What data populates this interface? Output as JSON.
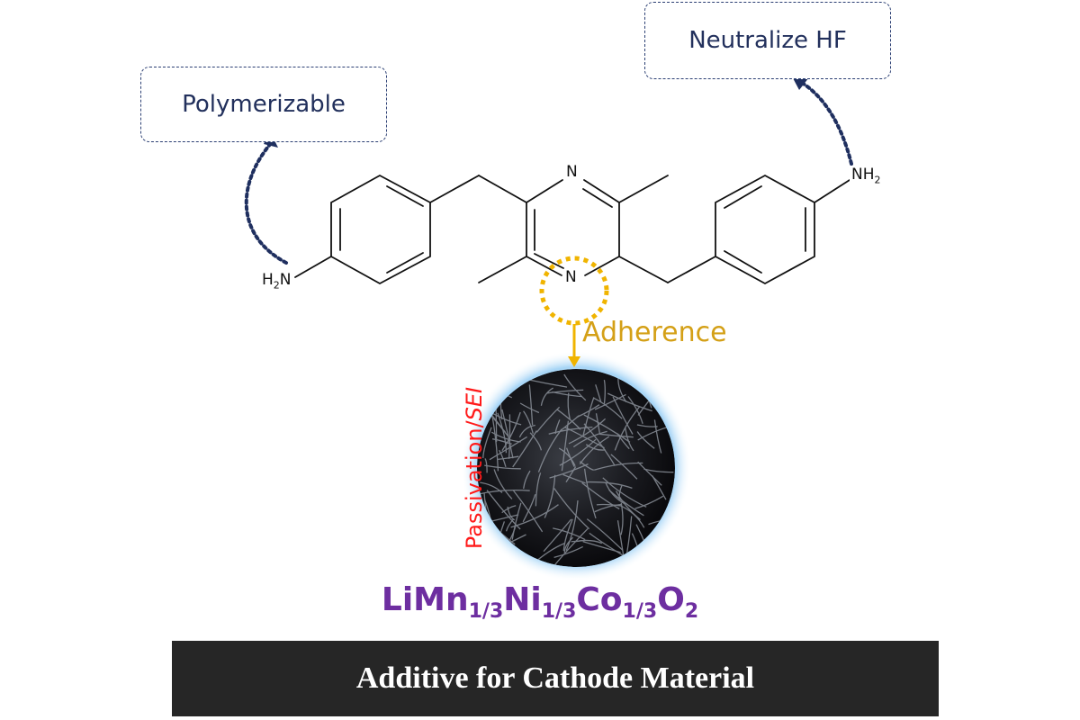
{
  "labels": {
    "polymerizable": "Polymerizable",
    "neutralize_hf": "Neutralize HF",
    "adherence": "Adherence",
    "passivation": "Passivation/",
    "sei": "SEI"
  },
  "atoms": {
    "n_top": "N",
    "n_bottom": "N",
    "nh2_right": {
      "main": "NH",
      "sub": "2"
    },
    "h2n_left": {
      "pre": "H",
      "sub": "2",
      "post": "N"
    }
  },
  "formula": {
    "parts": [
      "LiMn",
      "1/3",
      "Ni",
      "1/3",
      "Co",
      "1/3",
      "O",
      "2"
    ]
  },
  "banner": {
    "text": "Additive for Cathode Material"
  },
  "colors": {
    "bond": "#111111",
    "dotted_arrow": "#1f2f5f",
    "adherence": "#d4a017",
    "passivation": "#ff1a1a",
    "formula": "#6d2ea0",
    "banner_bg": "#262626",
    "glow": "#9fd0f5"
  }
}
